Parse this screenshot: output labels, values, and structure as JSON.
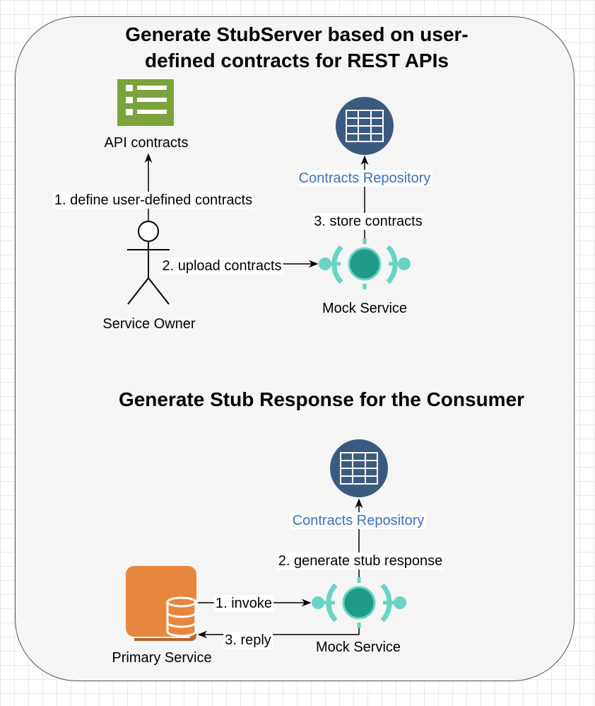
{
  "section1": {
    "title": "Generate StubServer based on user-defined contracts for REST APIs",
    "api_contracts_label": "API contracts",
    "repository_label": "Contracts Repository",
    "actor_label": "Service Owner",
    "mock_service_label": "Mock Service",
    "edges": {
      "define": "1. define user-defined contracts",
      "upload": "2. upload contracts",
      "store": "3. store contracts"
    }
  },
  "section2": {
    "title": "Generate Stub Response for the Consumer",
    "repository_label": "Contracts Repository",
    "primary_service_label": "Primary Service",
    "mock_service_label": "Mock Service",
    "edges": {
      "invoke": "1. invoke",
      "generate": "2. generate stub response",
      "reply": "3. reply"
    }
  },
  "colors": {
    "container_fill": "#f5f5f5",
    "container_border": "#555555",
    "api_icon_green": "#7aa33d",
    "repository_navy": "#3b5a7f",
    "mock_teal": "#69d4c4",
    "mock_core": "#1f9a85",
    "primary_orange": "#e8863d",
    "repo_label_blue": "#3f6fb5"
  },
  "icons": {
    "api_contracts": "list-document-icon",
    "repository": "table-database-icon",
    "actor": "person-stick-figure-icon",
    "mock_service": "mock-service-node-icon",
    "primary_service": "database-server-icon"
  }
}
